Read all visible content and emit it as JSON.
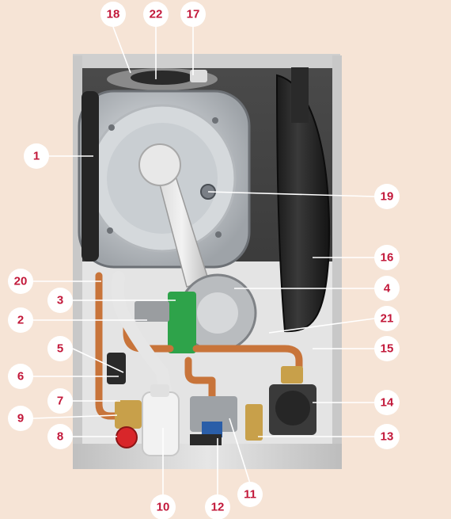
{
  "labels": [
    {
      "id": "c1",
      "text": "1"
    },
    {
      "id": "c2",
      "text": "2"
    },
    {
      "id": "c3",
      "text": "3"
    },
    {
      "id": "c4",
      "text": "4"
    },
    {
      "id": "c5",
      "text": "5"
    },
    {
      "id": "c6",
      "text": "6"
    },
    {
      "id": "c7",
      "text": "7"
    },
    {
      "id": "c8",
      "text": "8"
    },
    {
      "id": "c9",
      "text": "9"
    },
    {
      "id": "c10",
      "text": "10"
    },
    {
      "id": "c11",
      "text": "11"
    },
    {
      "id": "c12",
      "text": "12"
    },
    {
      "id": "c13",
      "text": "13"
    },
    {
      "id": "c14",
      "text": "14"
    },
    {
      "id": "c15",
      "text": "15"
    },
    {
      "id": "c16",
      "text": "16"
    },
    {
      "id": "c17",
      "text": "17"
    },
    {
      "id": "c18",
      "text": "18"
    },
    {
      "id": "c19",
      "text": "19"
    },
    {
      "id": "c20",
      "text": "20"
    },
    {
      "id": "c21",
      "text": "21"
    },
    {
      "id": "c22",
      "text": "22"
    }
  ],
  "colors": {
    "background": "#f6e4d6",
    "label_text": "#c2183a",
    "label_fill": "#ffffff",
    "casing": "#d9d9d9",
    "back_panel": "#3b3b3b",
    "copper": "#c8743a",
    "green": "#2ea34a",
    "red_valve": "#d8262a"
  }
}
